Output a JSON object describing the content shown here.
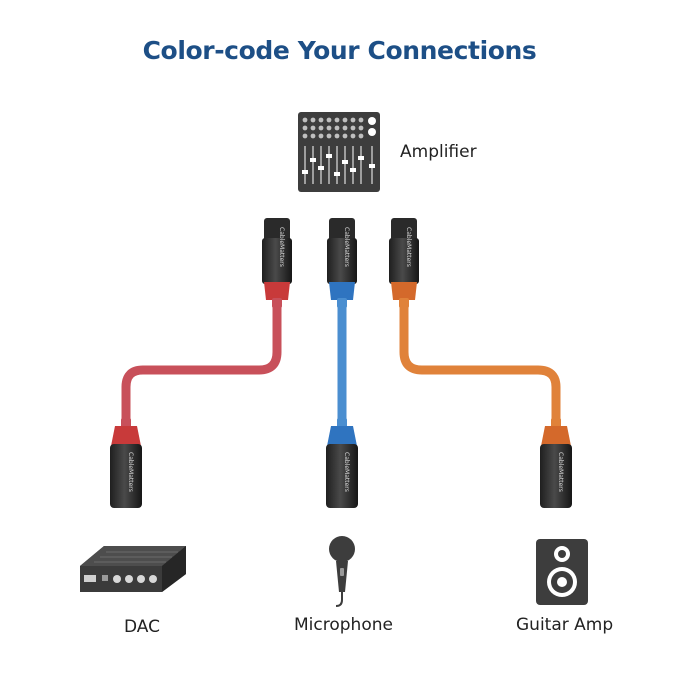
{
  "title": "Color-code Your Connections",
  "devices": {
    "amplifier": "Amplifier",
    "dac": "DAC",
    "microphone": "Microphone",
    "guitar_amp": "Guitar Amp"
  },
  "brand": "CableMatters",
  "colors": {
    "title": "#1d4f86",
    "red_cable": "#c8505a",
    "blue_cable": "#4a8ed0",
    "orange_cable": "#e0823a",
    "device": "#3d3d3d"
  },
  "icons": [
    "mixer-icon",
    "dac-icon",
    "microphone-icon",
    "speaker-icon"
  ]
}
